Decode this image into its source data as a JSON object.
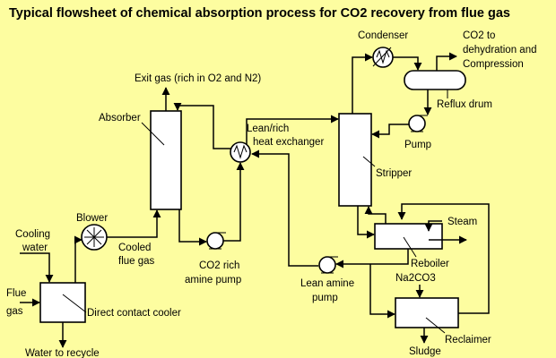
{
  "diagram": {
    "title": "Typical flowsheet of chemical absorption process for CO2 recovery from flue gas",
    "labels": {
      "exit_gas": "Exit gas (rich in O2 and N2)",
      "absorber": "Absorber",
      "blower": "Blower",
      "cooling_water_1": "Cooling",
      "cooling_water_2": "water",
      "cooled_flue_gas_1": "Cooled",
      "cooled_flue_gas_2": "flue gas",
      "flue_gas_1": "Flue",
      "flue_gas_2": "gas",
      "direct_contact_cooler": "Direct contact cooler",
      "water_to_recycle": "Water to recycle",
      "co2_rich_pump_1": "CO2 rich",
      "co2_rich_pump_2": "amine pump",
      "heat_exchanger_1": "Lean/rich",
      "heat_exchanger_2": "heat exchanger",
      "condenser": "Condenser",
      "co2_out_1": "CO2 to",
      "co2_out_2": "dehydration and",
      "co2_out_3": "Compression",
      "reflux_drum": "Reflux drum",
      "pump": "Pump",
      "stripper": "Stripper",
      "steam": "Steam",
      "reboiler": "Reboiler",
      "lean_pump_1": "Lean amine",
      "lean_pump_2": "pump",
      "na2co3": "Na2CO3",
      "reclaimer": "Reclaimer",
      "sludge": "Sludge"
    }
  }
}
